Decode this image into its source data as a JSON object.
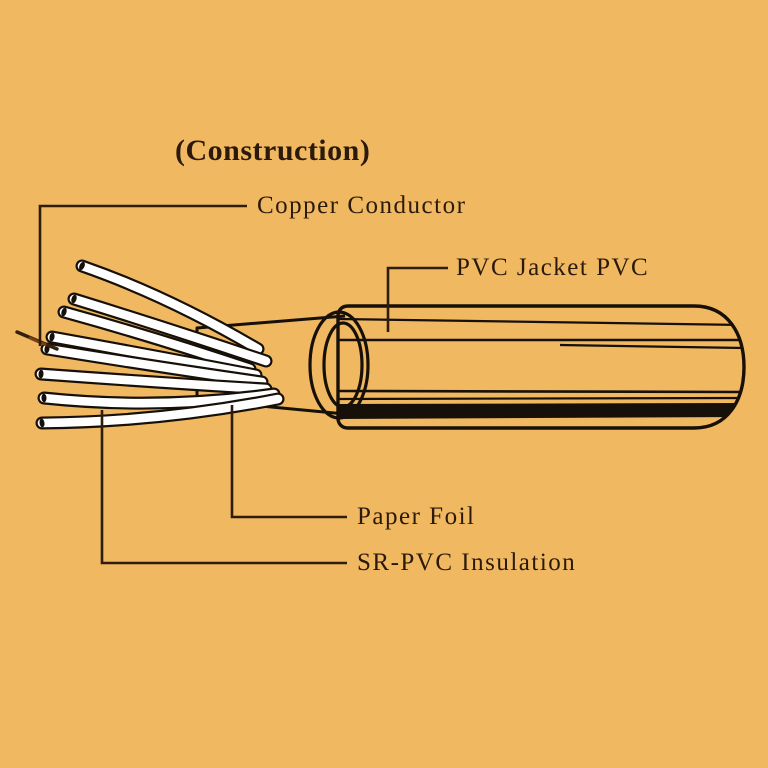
{
  "title": "(Construction)",
  "diagram": {
    "type": "cable-construction-diagram",
    "labels": {
      "copper_conductor": "Copper Conductor",
      "pvc_jacket": "PVC Jacket PVC",
      "paper_foil": "Paper Foil",
      "sr_pvc_insulation": "SR-PVC Insulation"
    }
  },
  "colors": {
    "background": "#F0B860",
    "line": "#171008",
    "leader": "#2E1C0D",
    "text": "#2B1A0B",
    "wire_fill": "#FFFFFF",
    "copper": "#7A3D18"
  }
}
